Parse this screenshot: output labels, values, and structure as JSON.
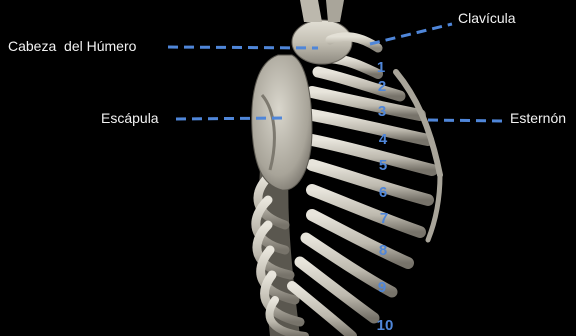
{
  "labels": {
    "clavicula": "Clavícula",
    "cabeza_humero": "Cabeza  del Húmero",
    "escapula": "Escápula",
    "esternon": "Esternón"
  },
  "rib_numbers": [
    "1",
    "2",
    "3",
    "4",
    "5",
    "6",
    "7",
    "8",
    "9",
    "10"
  ],
  "colors": {
    "background": "#000000",
    "bone": "#c9c6bc",
    "leader_line": "#4f86d9",
    "rib_number": "#4f86d9",
    "label_text": "#f2f2f2"
  }
}
